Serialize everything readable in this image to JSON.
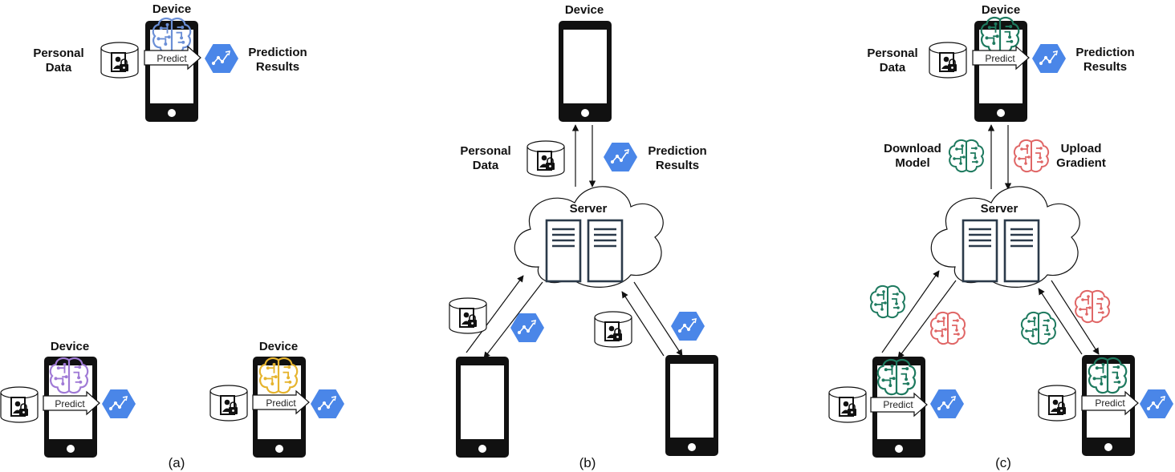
{
  "colors": {
    "phone": "#111111",
    "gcp_blue": "#4a86e8",
    "brain_blue": "#6b8fd6",
    "brain_purple": "#a07ad6",
    "brain_yellow": "#e6b42e",
    "brain_green": "#1e7a5f",
    "brain_red": "#e06666"
  },
  "labels": {
    "device": "Device",
    "server": "Server",
    "predict": "Predict",
    "personal_data_1": "Personal",
    "personal_data_2": "Data",
    "prediction_results_1": "Prediction",
    "prediction_results_2": "Results",
    "download_model_1": "Download",
    "download_model_2": "Model",
    "upload_gradient_1": "Upload",
    "upload_gradient_2": "Gradient"
  },
  "captions": {
    "a": "(a)",
    "b": "(b)",
    "c": "(c)"
  },
  "icons": [
    "smartphone-icon",
    "database-lock-icon",
    "gcp-prediction-icon",
    "brain-circuit-icon",
    "server-icon",
    "cloud-icon",
    "predict-arrow-icon"
  ]
}
